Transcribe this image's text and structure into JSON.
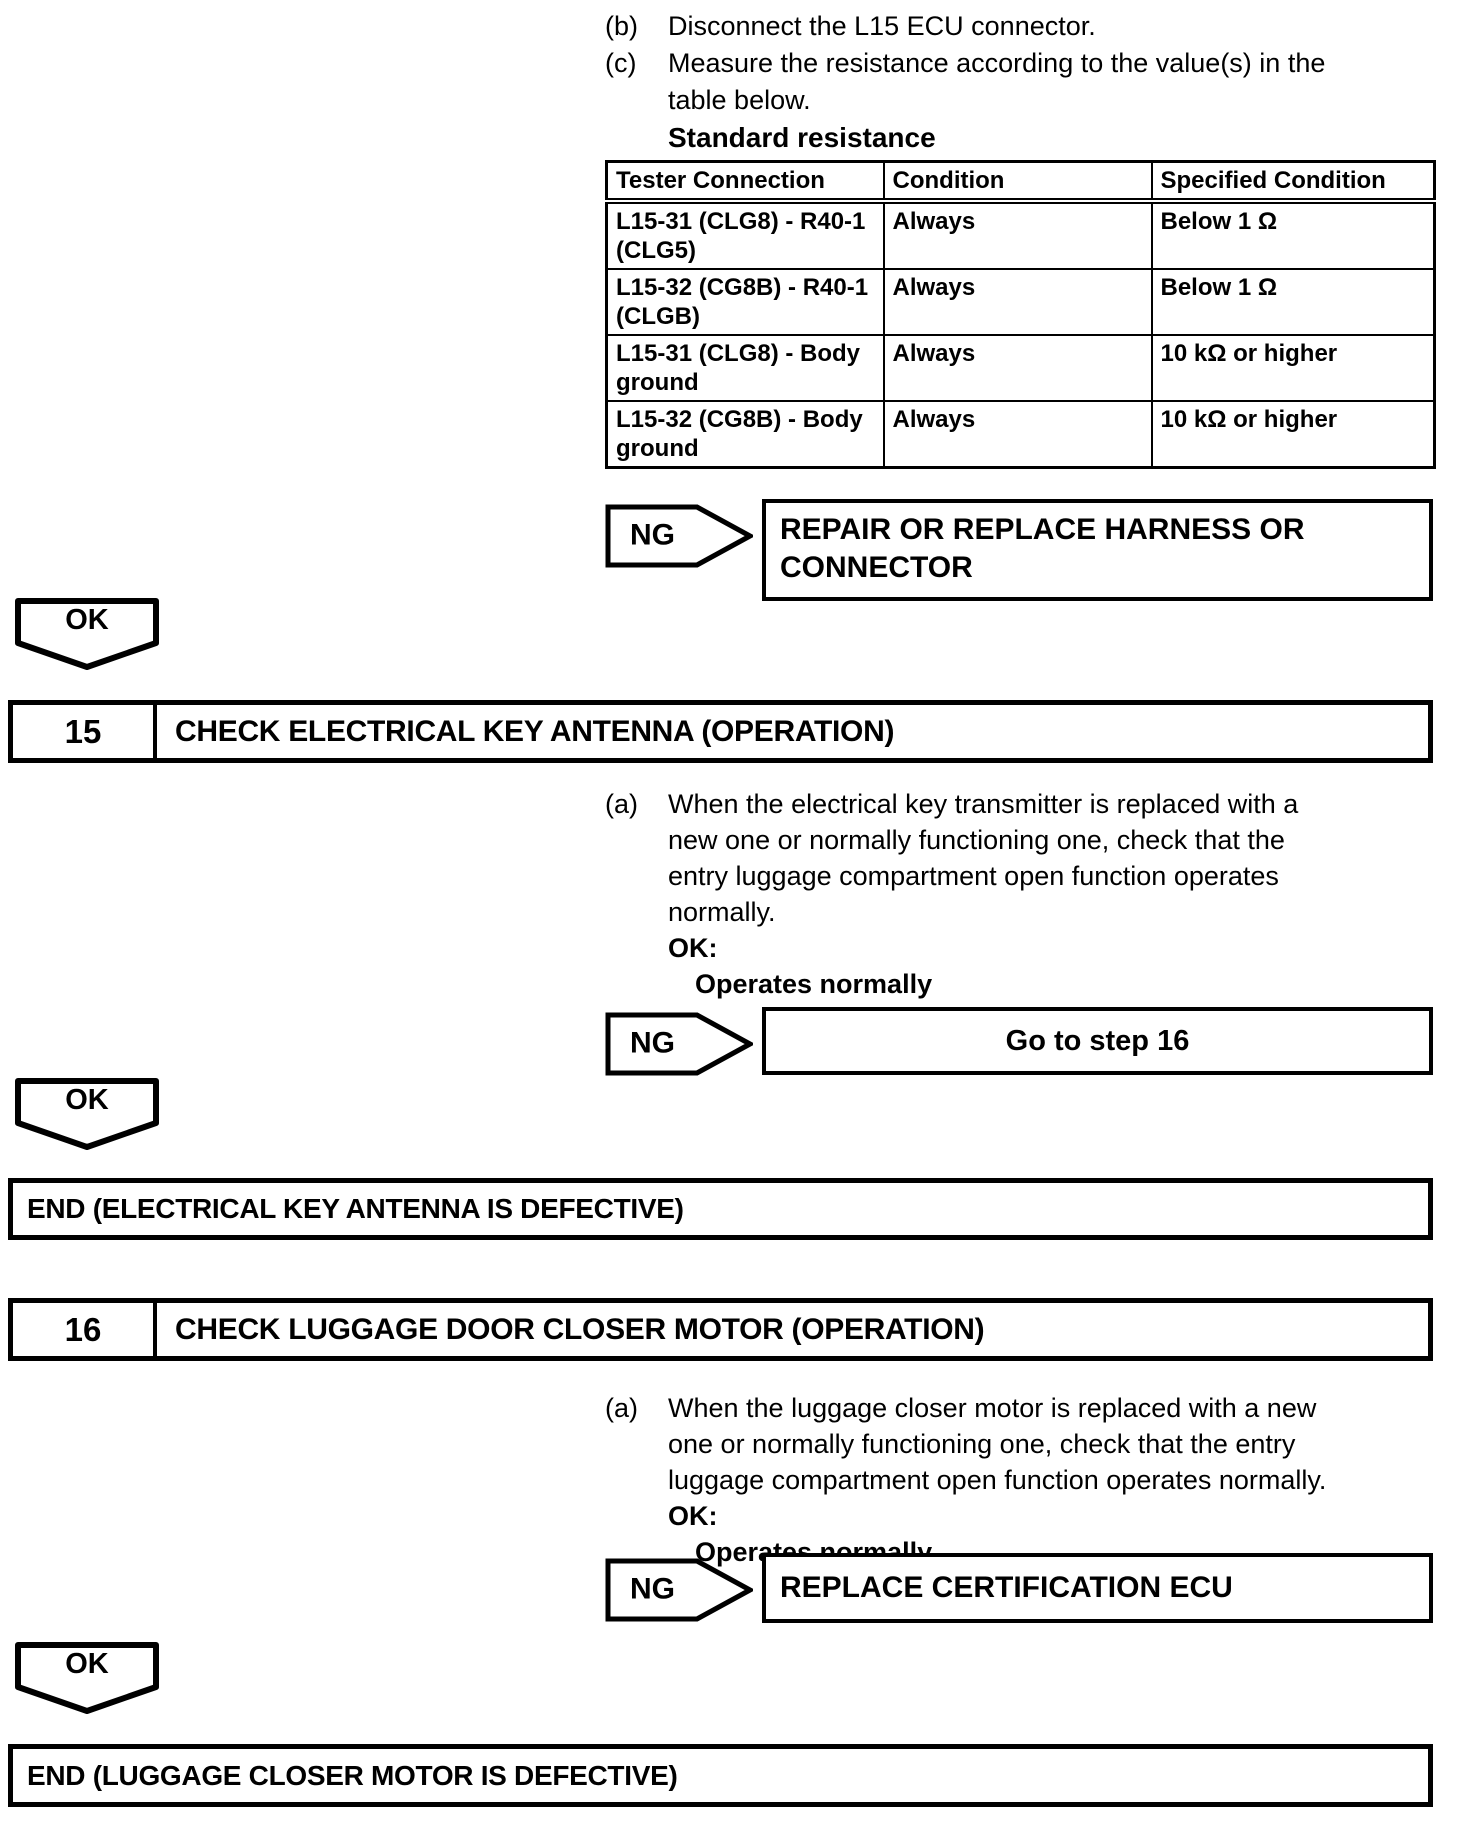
{
  "colors": {
    "ink": "#000000",
    "paper": "#ffffff"
  },
  "prelude": {
    "item_b": {
      "marker": "(b)",
      "text": "Disconnect the L15 ECU connector."
    },
    "item_c": {
      "marker": "(c)",
      "lines": [
        "Measure the resistance according to the value(s) in the",
        "table below."
      ]
    },
    "table_title": "Standard resistance"
  },
  "resistance_table": {
    "headers": [
      "Tester Connection",
      "Condition",
      "Specified Condition"
    ],
    "rows": [
      [
        "L15-31 (CLG8) - R40-1 (CLG5)",
        "Always",
        "Below 1 Ω"
      ],
      [
        "L15-32 (CG8B) - R40-1 (CLGB)",
        "Always",
        "Below 1 Ω"
      ],
      [
        "L15-31 (CLG8) - Body ground",
        "Always",
        "10 kΩ or higher"
      ],
      [
        "L15-32 (CG8B) - Body ground",
        "Always",
        "10 kΩ or higher"
      ]
    ]
  },
  "ng1": {
    "label": "NG",
    "result_lines": [
      "REPAIR OR REPLACE HARNESS OR",
      "CONNECTOR"
    ]
  },
  "ok1": {
    "label": "OK"
  },
  "step15": {
    "number": "15",
    "title": "CHECK ELECTRICAL KEY ANTENNA (OPERATION)",
    "item_a": {
      "marker": "(a)",
      "lines": [
        "When the electrical key transmitter is replaced with a",
        "new one or normally functioning one, check that the",
        "entry luggage compartment open function operates",
        "normally."
      ]
    },
    "ok_head": "OK:",
    "ok_condition": "Operates normally",
    "ng": {
      "label": "NG",
      "result": "Go to step 16"
    },
    "ok": {
      "label": "OK"
    },
    "end_text": "END (ELECTRICAL KEY ANTENNA IS DEFECTIVE)"
  },
  "step16": {
    "number": "16",
    "title": "CHECK LUGGAGE DOOR CLOSER MOTOR (OPERATION)",
    "item_a": {
      "marker": "(a)",
      "lines": [
        "When the luggage closer motor is replaced with a new",
        "one or normally functioning one, check that the entry",
        "luggage compartment open function operates normally."
      ]
    },
    "ok_head": "OK:",
    "ok_condition": "Operates normally",
    "ng": {
      "label": "NG",
      "result": "REPLACE CERTIFICATION ECU"
    },
    "ok": {
      "label": "OK"
    },
    "end_text": "END (LUGGAGE CLOSER MOTOR IS DEFECTIVE)"
  }
}
